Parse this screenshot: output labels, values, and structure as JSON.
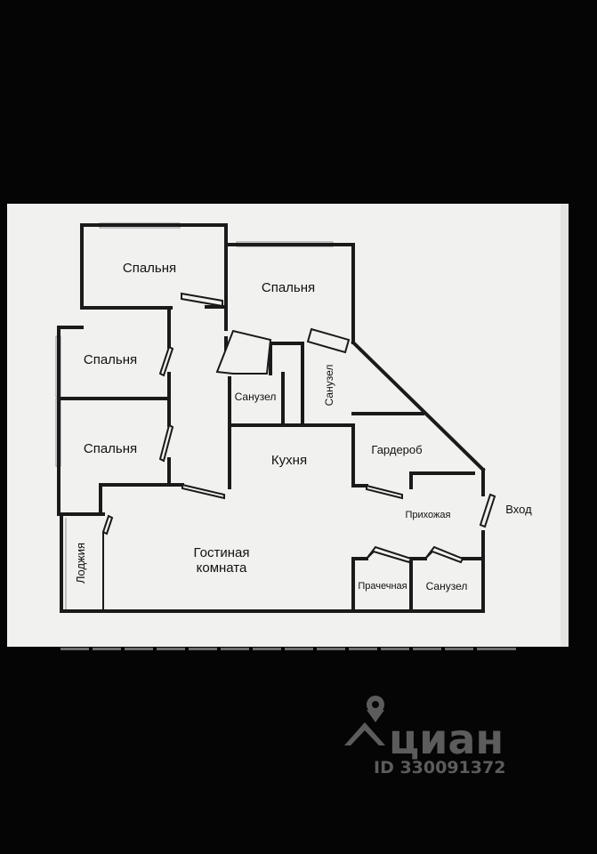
{
  "floor_plan": {
    "rooms": {
      "bedroom_1": "Спальня",
      "bedroom_2": "Спальня",
      "bedroom_3": "Спальня",
      "bedroom_4": "Спальня",
      "bathroom_1": "Санузел",
      "bathroom_2": "Санузел",
      "bathroom_3": "Санузел",
      "kitchen": "Кухня",
      "wardrobe": "Гардероб",
      "hallway": "Прихожая",
      "entrance": "Вход",
      "living_room_line1": "Гостиная",
      "living_room_line2": "комната",
      "loggia": "Лоджия",
      "laundry": "Прачечная"
    }
  },
  "watermark": {
    "brand": "циан",
    "listing_id": "ID 330091372",
    "icon": "map-pin-house-icon"
  },
  "colors": {
    "background": "#050505",
    "paper": "#f1f1ef",
    "wall": "#1a1a1a",
    "watermark": "#5c5c5c"
  }
}
